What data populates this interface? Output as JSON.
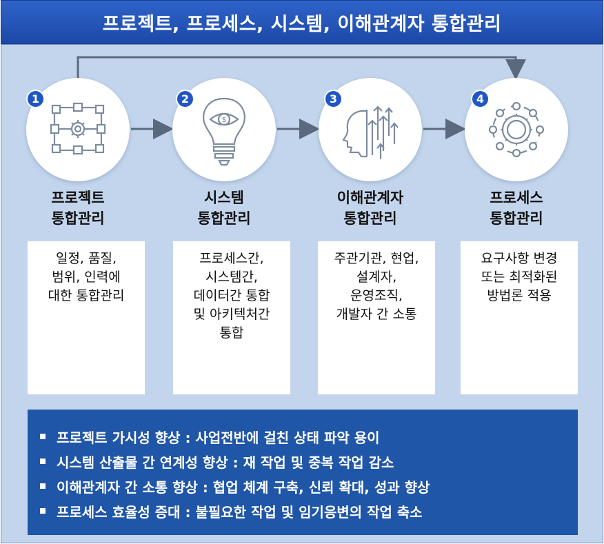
{
  "title": "프로젝트, 프로세스, 시스템, 이해관계자 통합관리",
  "steps": [
    {
      "num": "1",
      "icon": "process-network-icon",
      "title_lines": [
        "프로젝트",
        "통합관리"
      ],
      "desc_lines": [
        "일정, 품질,",
        "범위, 인력에",
        "대한 통합관리"
      ]
    },
    {
      "num": "2",
      "icon": "lightbulb-dollar-icon",
      "title_lines": [
        "시스템",
        "통합관리"
      ],
      "desc_lines": [
        "프로세스간,",
        "시스템간,",
        "데이터간 통합",
        "및 아키텍처간",
        "통합"
      ]
    },
    {
      "num": "3",
      "icon": "head-arrows-icon",
      "title_lines": [
        "이해관계자",
        "통합관리"
      ],
      "desc_lines": [
        "주관기관, 현업,",
        "설계자,",
        "운영조직,",
        "개발자 간 소통"
      ]
    },
    {
      "num": "4",
      "icon": "gear-cycle-icon",
      "title_lines": [
        "프로세스",
        "통합관리"
      ],
      "desc_lines": [
        "요구사항 변경",
        "또는 최적화된",
        "방법론 적용"
      ]
    }
  ],
  "summary": [
    "프로젝트 가시성 향상 : 사업전반에 걸친 상태 파악 용이",
    "시스템 산출물 간 연계성 향상 : 재 작업 및 중복 작업 감소",
    "이해관계자 간 소통 향상 : 협업 체계 구축, 신뢰 확대, 성과 향상",
    "프로세스 효율성 증대 : 불필요한 작업 및 임기응변의 작업 축소"
  ],
  "colors": {
    "banner": "#2456b8",
    "panel": "#c3d5ec",
    "badge": "#1f56c3",
    "summary": "#1f56a7",
    "connector": "#5a6a7e"
  }
}
